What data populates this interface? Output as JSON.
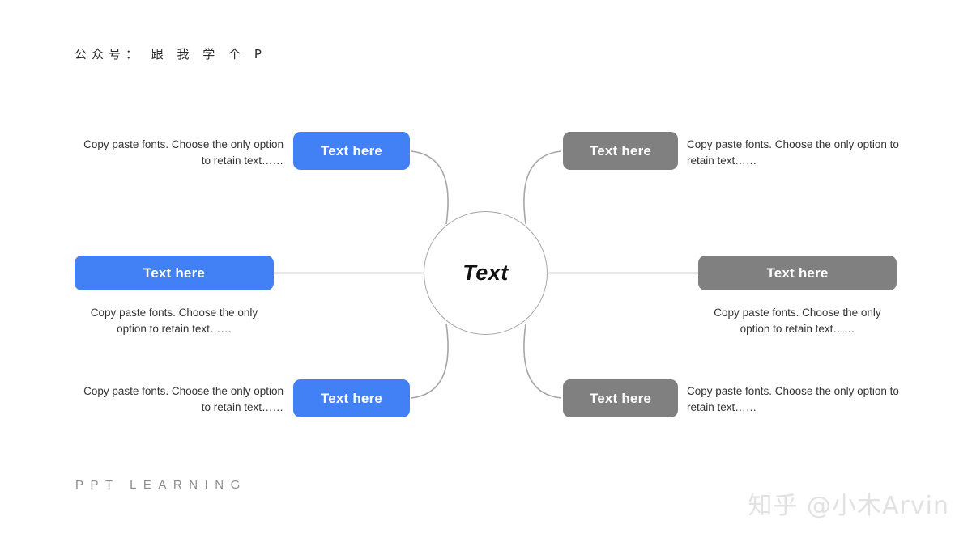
{
  "header": {
    "title": "公众号： 跟 我 学 个 P"
  },
  "footer": {
    "title": "PPT LEARNING",
    "watermark": "知乎 @小木Arvin"
  },
  "center": {
    "label": "Text"
  },
  "colors": {
    "blue": "#4180f5",
    "gray": "#808080",
    "connector": "#a6a6a6",
    "text": "#333333"
  },
  "nodes": [
    {
      "id": "top-left",
      "button_label": "Text here",
      "description": "Copy paste fonts. Choose the only option to retain text……",
      "color": "blue"
    },
    {
      "id": "middle-left",
      "button_label": "Text here",
      "description": "Copy paste fonts. Choose the only option to retain text……",
      "color": "blue"
    },
    {
      "id": "bottom-left",
      "button_label": "Text here",
      "description": "Copy paste fonts. Choose the only option to retain text……",
      "color": "blue"
    },
    {
      "id": "top-right",
      "button_label": "Text here",
      "description": "Copy paste fonts. Choose the only option to retain text……",
      "color": "gray"
    },
    {
      "id": "middle-right",
      "button_label": "Text here",
      "description": "Copy paste fonts. Choose the only option to retain text……",
      "color": "gray"
    },
    {
      "id": "bottom-right",
      "button_label": "Text here",
      "description": "Copy paste fonts. Choose the only option to retain text……",
      "color": "gray"
    }
  ]
}
